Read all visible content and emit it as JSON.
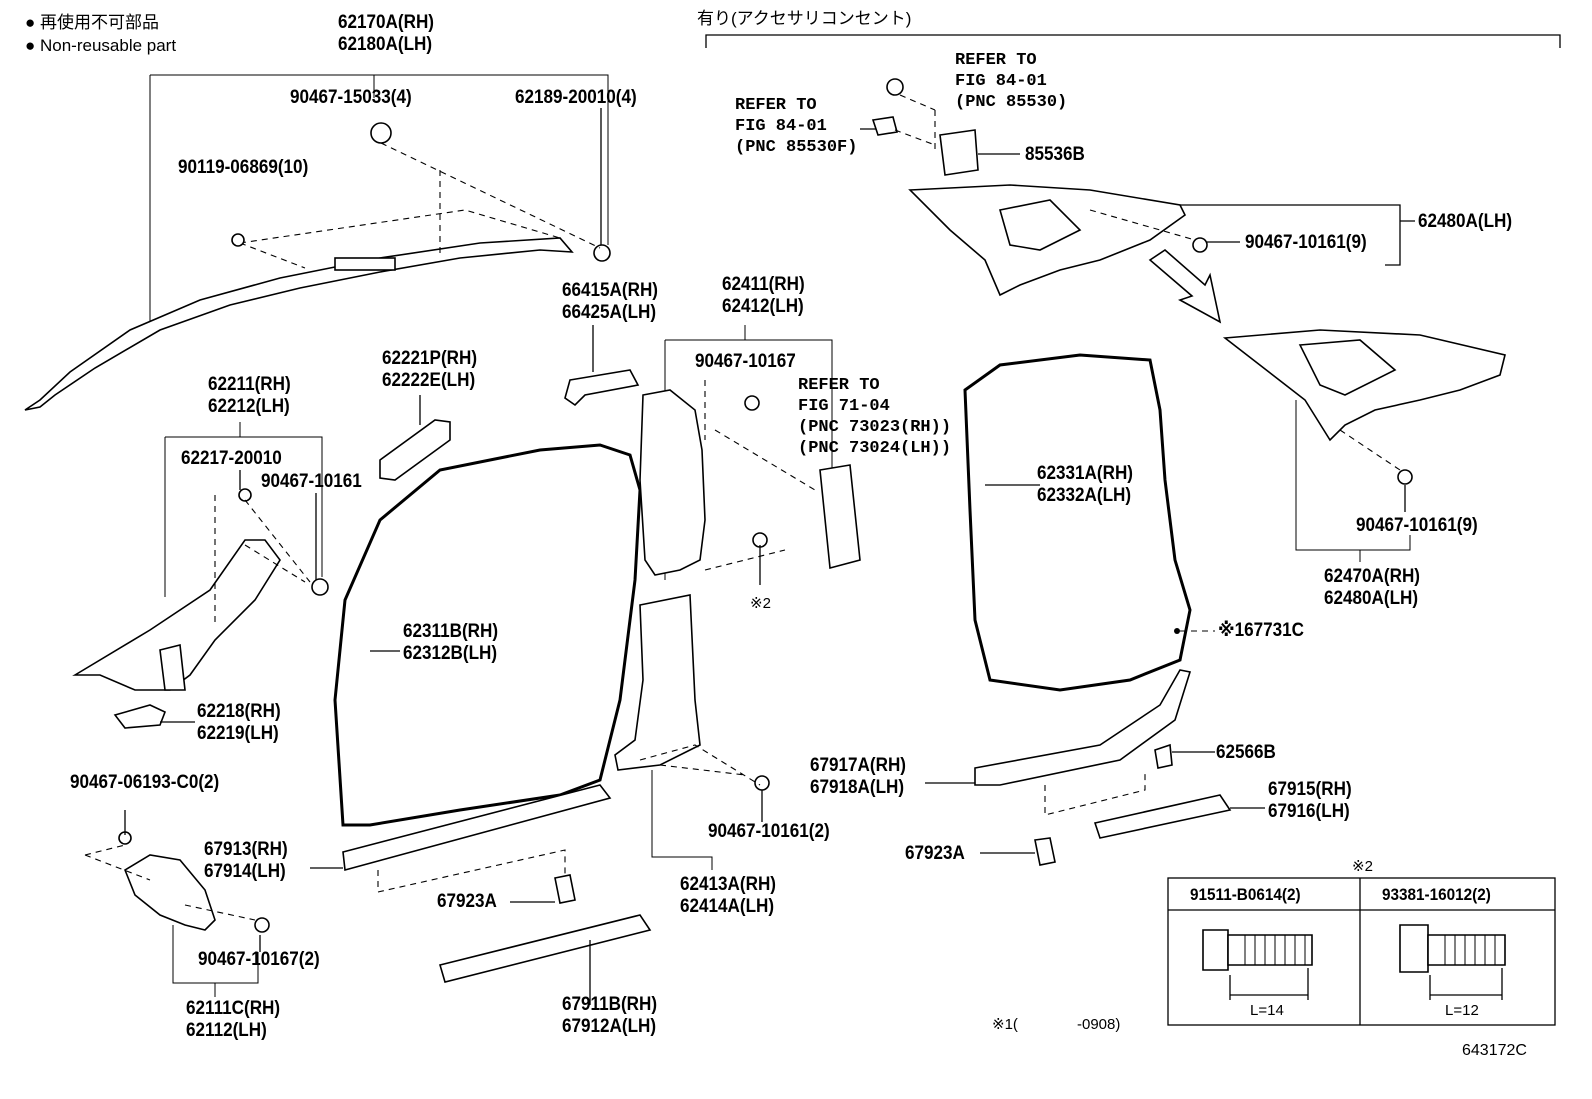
{
  "legend": {
    "jp": "● 再使用不可部品",
    "en": "● Non-reusable part"
  },
  "option_header": "有り(アクセサリコンセント)",
  "footnote": {
    "mark": "※1(",
    "value": "-0908)"
  },
  "figure_code": "643172C",
  "groups": {
    "roof_rail": [
      "62170A(RH)",
      "62180A(LH)"
    ],
    "a_pillar_upper": [
      "62211(RH)",
      "62212(LH)"
    ],
    "bracket_62221": [
      "62221P(RH)",
      "62222E(LH)"
    ],
    "a_pillar_clip": [
      "62218(RH)",
      "62219(LH)"
    ],
    "cowl_side": [
      "62111C(RH)",
      "62112(LH)"
    ],
    "front_weatherstrip": [
      "62311B(RH)",
      "62312B(LH)"
    ],
    "front_scuff": [
      "67913(RH)",
      "67914(LH)"
    ],
    "front_step": [
      "67911B(RH)",
      "67912A(LH)"
    ],
    "bracket_66415": [
      "66415A(RH)",
      "66425A(LH)"
    ],
    "b_pillar_upper": [
      "62411(RH)",
      "62412(LH)"
    ],
    "b_pillar_lower": [
      "62413A(RH)",
      "62414A(LH)"
    ],
    "rear_weatherstrip": [
      "62331A(RH)",
      "62332A(LH)"
    ],
    "rear_scuff": [
      "67917A(RH)",
      "67918A(LH)"
    ],
    "rear_step": [
      "67915(RH)",
      "67916(LH)"
    ],
    "quarter_trim": [
      "62470A(RH)",
      "62480A(LH)"
    ]
  },
  "parts": {
    "nr_90467_15033": "90467-15033(4)",
    "nr_62189_20010": "62189-20010(4)",
    "p_90119_06869": "90119-06869(10)",
    "p_62217_20010": "62217-20010",
    "p_90467_10161_a": "90467-10161",
    "p_90467_10167": "90467-10167",
    "p_90467_06193": "90467-06193-C0(2)",
    "p_90467_10167_2": "90467-10167(2)",
    "p_67923A_a": "67923A",
    "p_67923A_b": "67923A",
    "p_90467_10161_2": "90467-10161(2)",
    "p_85536B": "85536B",
    "p_62480A_lh": "62480A(LH)",
    "p_90467_10161_9a": "90467-10161(9)",
    "p_90467_10161_9b": "90467-10161(9)",
    "p_67731C": "※167731C",
    "p_62566B": "62566B",
    "note2_mark": "※2"
  },
  "refs": {
    "r1": [
      "REFER TO",
      "FIG 84-01",
      "(PNC 85530)"
    ],
    "r2": [
      "REFER TO",
      "FIG 84-01",
      "(PNC 85530F)"
    ],
    "r3": [
      "REFER TO",
      "FIG 71-04",
      "(PNC 73023(RH))",
      "(PNC 73024(LH))"
    ]
  },
  "bolt_table": {
    "mark": "※2",
    "col1": {
      "part": "91511-B0614(2)",
      "length": "L=14"
    },
    "col2": {
      "part": "93381-16012(2)",
      "length": "L=12"
    }
  }
}
